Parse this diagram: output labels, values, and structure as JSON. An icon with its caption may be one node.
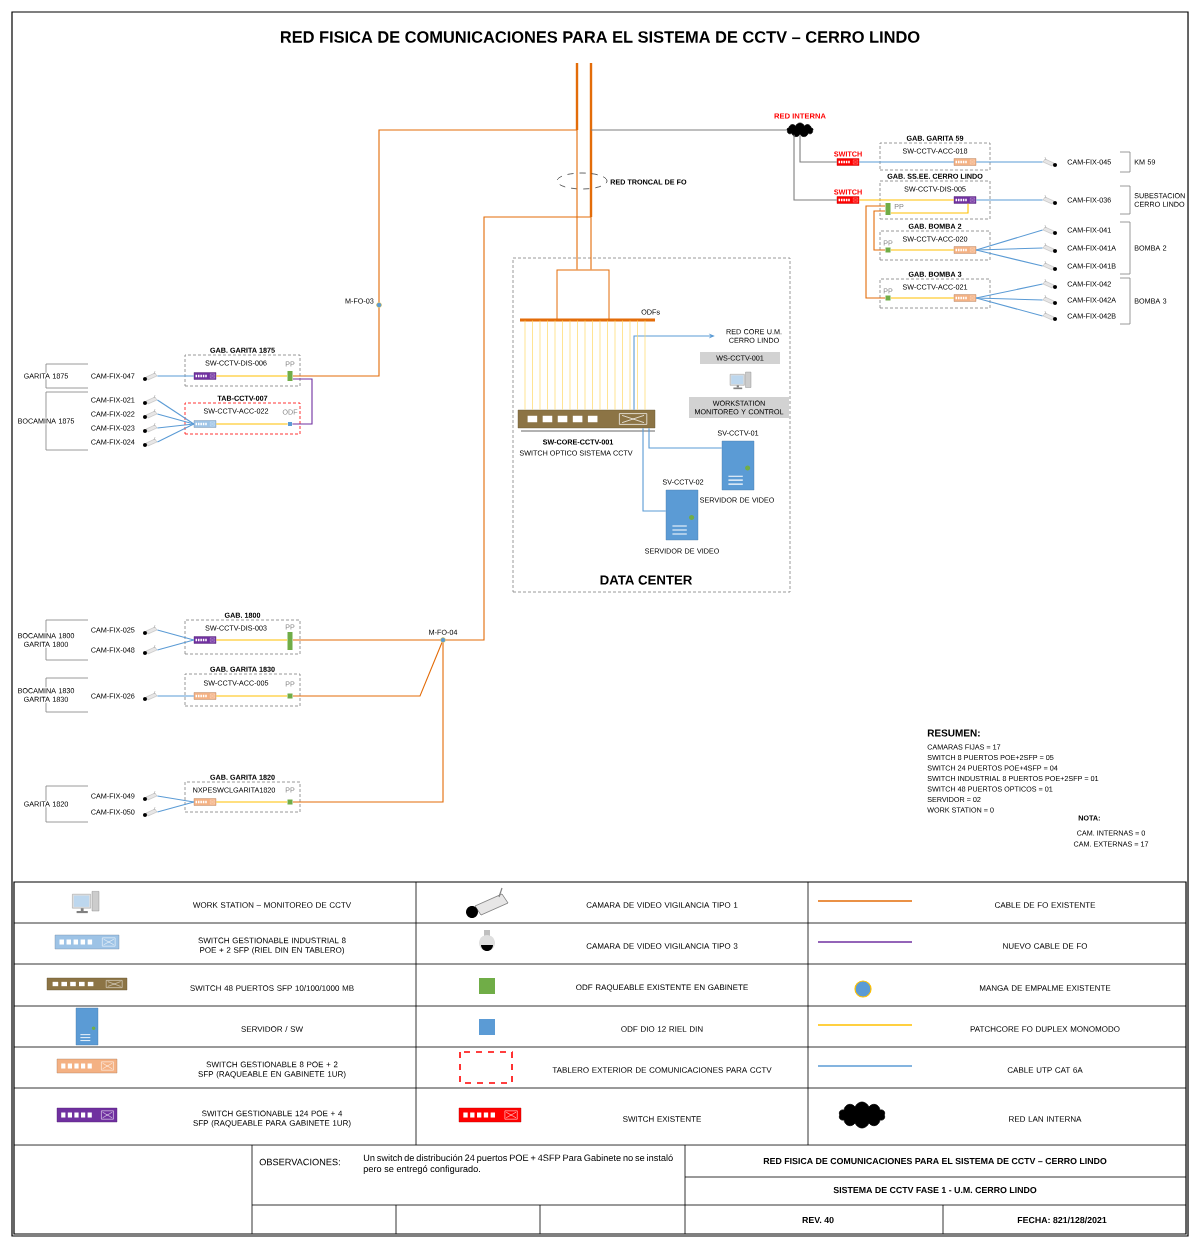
{
  "diagram": {
    "title": "RED FISICA DE COMUNICACIONES PARA EL SISTEMA DE CCTV – CERRO LINDO",
    "nodes": [
      {
        "text": [
          "RED INTERNA"
        ]
      },
      {
        "text": [
          "SWITCH"
        ]
      },
      {
        "text": [
          "SWITCH"
        ]
      },
      {
        "text": [
          "GAB. GARITA 59"
        ]
      },
      {
        "text": [
          "SW-CCTV-ACC-018"
        ],
        "in": 3
      },
      {
        "text": [
          "GAB. SS.EE. CERRO LINDO"
        ]
      },
      {
        "text": [
          "SW-CCTV-DIS-005"
        ],
        "in": 5
      },
      {
        "text": [
          "PP"
        ],
        "in": 5
      },
      {
        "text": [
          "GAB. BOMBA 2"
        ]
      },
      {
        "text": [
          "PP"
        ],
        "in": 8
      },
      {
        "text": [
          "SW-CCTV-ACC-020"
        ],
        "in": 8
      },
      {
        "text": [
          "GAB. BOMBA 3"
        ]
      },
      {
        "text": [
          "PP"
        ],
        "in": 11
      },
      {
        "text": [
          "SW-CCTV-ACC-021"
        ],
        "in": 11
      },
      {
        "text": [
          "CAM-FIX-045"
        ]
      },
      {
        "text": [
          "CAM-FIX-036"
        ]
      },
      {
        "text": [
          "CAM-FIX-041"
        ]
      },
      {
        "text": [
          "CAM-FIX-041A"
        ]
      },
      {
        "text": [
          "CAM-FIX-041B"
        ]
      },
      {
        "text": [
          "CAM-FIX-042"
        ]
      },
      {
        "text": [
          "CAM-FIX-042A"
        ]
      },
      {
        "text": [
          "CAM-FIX-042B"
        ]
      },
      {
        "text": [
          "GAB. GARITA 1875"
        ]
      },
      {
        "text": [
          "SW-CCTV-DIS-006"
        ],
        "in": 22
      },
      {
        "text": [
          "PP"
        ],
        "in": 22
      },
      {
        "text": [
          "TAB-CCTV-007"
        ]
      },
      {
        "text": [
          "SW-CCTV-ACC-022"
        ],
        "in": 25
      },
      {
        "text": [
          "ODF"
        ],
        "in": 25
      },
      {
        "text": [
          "CAM-FIX-047"
        ]
      },
      {
        "text": [
          "CAM-FIX-021"
        ]
      },
      {
        "text": [
          "CAM-FIX-022"
        ]
      },
      {
        "text": [
          "CAM-FIX-023"
        ]
      },
      {
        "text": [
          "CAM-FIX-024"
        ]
      },
      {
        "text": [
          "M-FO-03"
        ]
      },
      {
        "text": [
          "GAB. 1800"
        ]
      },
      {
        "text": [
          "SW-CCTV-DIS-003"
        ],
        "in": 34
      },
      {
        "text": [
          "PP"
        ],
        "in": 34
      },
      {
        "text": [
          "GAB. GARITA 1830"
        ]
      },
      {
        "text": [
          "SW-CCTV-ACC-005"
        ],
        "in": 37
      },
      {
        "text": [
          "PP"
        ],
        "in": 37
      },
      {
        "text": [
          "GAB. GARITA 1820"
        ]
      },
      {
        "text": [
          "NXPESWCLGARITA1820"
        ],
        "in": 40
      },
      {
        "text": [
          "PP"
        ],
        "in": 40
      },
      {
        "text": [
          "CAM-FIX-025"
        ]
      },
      {
        "text": [
          "CAM-FIX-048"
        ]
      },
      {
        "text": [
          "CAM-FIX-026"
        ]
      },
      {
        "text": [
          "CAM-FIX-049"
        ]
      },
      {
        "text": [
          "CAM-FIX-050"
        ]
      },
      {
        "text": [
          "M-FO-04"
        ]
      },
      {
        "text": [
          "DATA CENTER"
        ]
      },
      {
        "text": [
          "ODFs"
        ],
        "in": 49
      },
      {
        "text": [
          "SW-CORE-CCTV-001",
          "SWITCH OPTICO SISTEMA  CCTV"
        ],
        "in": 49
      },
      {
        "text": [
          "RED CORE U.M. CERRO LINDO"
        ],
        "in": 49
      },
      {
        "text": [
          "WS-CCTV-001",
          "WORKSTATION MONITOREO Y CONTROL"
        ],
        "in": 49
      },
      {
        "text": [
          "SV-CCTV-01",
          "SERVIDOR DE VIDEO"
        ],
        "in": 49
      },
      {
        "text": [
          "SV-CCTV-02",
          "SERVIDOR DE VIDEO"
        ],
        "in": 49
      }
    ],
    "edges": [
      {
        "from": 0,
        "to": null,
        "arrow": "none",
        "color": "#7f7f7f"
      },
      {
        "from": 0,
        "to": 1,
        "arrow": "none",
        "color": "#7f7f7f"
      },
      {
        "from": 0,
        "to": 2,
        "arrow": "none",
        "color": "#7f7f7f"
      },
      {
        "from": 1,
        "to": 4,
        "arrow": "none"
      },
      {
        "from": 4,
        "to": 14,
        "arrow": "none"
      },
      {
        "from": 2,
        "to": 6,
        "arrow": "none",
        "color": "#ffc000"
      },
      {
        "from": 6,
        "to": 15,
        "arrow": "none"
      },
      {
        "from": 6,
        "to": 7,
        "arrow": "none",
        "color": "#ffc000"
      },
      {
        "from": 7,
        "to": 9,
        "arrow": "none",
        "color": "#e36c09"
      },
      {
        "from": 7,
        "to": 12,
        "arrow": "none",
        "color": "#e36c09"
      },
      {
        "from": 9,
        "to": 10,
        "arrow": "none",
        "color": "#ffc000"
      },
      {
        "from": 12,
        "to": 13,
        "arrow": "none",
        "color": "#ffc000"
      },
      {
        "from": 10,
        "to": 16,
        "arrow": "none"
      },
      {
        "from": 10,
        "to": 17,
        "arrow": "none"
      },
      {
        "from": 10,
        "to": 18,
        "arrow": "none"
      },
      {
        "from": 13,
        "to": 19,
        "arrow": "none"
      },
      {
        "from": 13,
        "to": 20,
        "arrow": "none"
      },
      {
        "from": 13,
        "to": 21,
        "arrow": "none"
      },
      {
        "from": 28,
        "to": 23,
        "arrow": "none"
      },
      {
        "from": 23,
        "to": 24,
        "arrow": "none",
        "color": "#ffc000"
      },
      {
        "from": 24,
        "to": 33,
        "arrow": "none",
        "color": "#e36c09"
      },
      {
        "from": 24,
        "to": 27,
        "arrow": "none",
        "color": "#7030a0"
      },
      {
        "from": 27,
        "to": 26,
        "arrow": "none",
        "color": "#ffc000"
      },
      {
        "from": 29,
        "to": 26,
        "arrow": "none"
      },
      {
        "from": 30,
        "to": 26,
        "arrow": "none"
      },
      {
        "from": 31,
        "to": 26,
        "arrow": "none"
      },
      {
        "from": 32,
        "to": 26,
        "arrow": "none"
      },
      {
        "from": 43,
        "to": 35,
        "arrow": "none"
      },
      {
        "from": 44,
        "to": 35,
        "arrow": "none"
      },
      {
        "from": 35,
        "to": 36,
        "arrow": "none",
        "color": "#ffc000"
      },
      {
        "from": 36,
        "to": 48,
        "arrow": "none",
        "color": "#e36c09"
      },
      {
        "from": 45,
        "to": 38,
        "arrow": "none"
      },
      {
        "from": 38,
        "to": 39,
        "arrow": "none",
        "color": "#ffc000"
      },
      {
        "from": 39,
        "to": 48,
        "arrow": "none",
        "color": "#e36c09"
      },
      {
        "from": 46,
        "to": 41,
        "arrow": "none"
      },
      {
        "from": 47,
        "to": 41,
        "arrow": "none"
      },
      {
        "from": 41,
        "to": 42,
        "arrow": "none",
        "color": "#ffc000"
      },
      {
        "from": 42,
        "to": 48,
        "arrow": "none",
        "color": "#e36c09"
      },
      {
        "from": 48,
        "to": 50,
        "arrow": "none",
        "color": "#e36c09"
      },
      {
        "from": 33,
        "to": 50,
        "arrow": "none",
        "color": "#e36c09"
      },
      {
        "from": 50,
        "to": 51,
        "arrow": "none",
        "color": "#ffd966"
      },
      {
        "from": 51,
        "to": 52,
        "arrow": "to"
      },
      {
        "from": 51,
        "to": 54,
        "arrow": "none"
      },
      {
        "from": 51,
        "to": 55,
        "arrow": "none"
      },
      {
        "from": 50,
        "to": 51,
        "arrow": "none",
        "color": "#ffd966"
      },
      {
        "from": 50,
        "to": 51,
        "arrow": "none",
        "color": "#ffd966"
      },
      {
        "from": 50,
        "to": 51,
        "arrow": "none",
        "color": "#ffd966"
      },
      {
        "from": 50,
        "to": 51,
        "arrow": "none",
        "color": "#ffd966"
      },
      {
        "from": 50,
        "to": 51,
        "arrow": "none",
        "color": "#ffd966"
      },
      {
        "from": 50,
        "to": 51,
        "arrow": "none",
        "color": "#ffd966"
      },
      {
        "from": 50,
        "to": 51,
        "arrow": "none",
        "color": "#ffd966"
      },
      {
        "from": 50,
        "to": 51,
        "arrow": "none",
        "color": "#ffd966"
      },
      {
        "from": 50,
        "to": 51,
        "arrow": "none",
        "color": "#ffd966"
      },
      {
        "from": 50,
        "to": 51,
        "arrow": "none",
        "color": "#ffd966"
      },
      {
        "from": 50,
        "to": 51,
        "arrow": "none",
        "color": "#ffd966"
      },
      {
        "from": 50,
        "to": 51,
        "arrow": "none",
        "color": "#ffd966"
      },
      {
        "from": 50,
        "to": 51,
        "arrow": "none",
        "color": "#ffd966"
      },
      {
        "from": 50,
        "to": 51,
        "arrow": "none",
        "color": "#ffd966"
      },
      {
        "from": 50,
        "to": 51,
        "arrow": "none",
        "color": "#ffd966"
      },
      {
        "from": 50,
        "to": 51,
        "arrow": "none",
        "color": "#ffd966"
      }
    ],
    "labels": [
      "RED TRONCAL DE FO",
      "KM 59",
      "SUBESTACION CERRO LINDO",
      "BOMBA 2",
      "BOMBA 3",
      "GARITA 1875",
      "BOCAMINA 1875",
      "BOCAMINA 1800 GARITA 1800",
      "BOCAMINA 1830 GARITA 1830",
      "GARITA 1820",
      "RESUMEN:",
      "CAMARAS FIJAS = 17",
      "SWITCH 8 PUERTOS POE+2SFP = 05",
      "SWITCH 24 PUERTOS POE+4SFP = 04",
      "SWITCH INDUSTRIAL 8 PUERTOS POE+2SFP = 01",
      "SWITCH 48 PUERTOS OPTICOS = 01",
      "SERVIDOR = 02",
      "WORK STATION = 0",
      "NOTA:",
      "CAM. INTERNAS = 0",
      "CAM. EXTERNAS = 17",
      "OBSERVACIONES:",
      "Un switch de distribución 24 puertos POE + 4SFP Para Gabinete  no se instaló pero se entregó configurado.",
      "RED FISICA DE COMUNICACIONES PARA EL SISTEMA DE CCTV – CERRO LINDO",
      "SISTEMA DE CCTV FASE 1 - U.M. CERRO LINDO",
      "REV. 40",
      "FECHA: 821/128/2021"
    ],
    "legend": [
      {
        "text": "WORK STATION – MONITOREO DE CCTV"
      },
      {
        "text": "CAMARA DE VIDEO VIGILANCIA TIPO 1"
      },
      {
        "text": "CABLE DE FO EXISTENTE"
      },
      {
        "text": "SWITCH GESTIONABLE  INDUSTRIAL 8 POE + 2 SFP (RIEL DIN EN TABLERO)"
      },
      {
        "text": "CAMARA DE VIDEO VIGILANCIA TIPO 3"
      },
      {
        "text": "NUEVO CABLE DE FO"
      },
      {
        "text": "SWITCH 48 PUERTOS SFP 10/100/1000 MB"
      },
      {
        "text": "ODF RAQUEABLE EXISTENTE EN GABINETE",
        "color": "#70ad47"
      },
      {
        "text": "MANGA DE EMPALME EXISTENTE"
      },
      {
        "text": "SERVIDOR / SW"
      },
      {
        "text": "ODF DIO 12 RIEL DIN",
        "color": "#5b9bd5"
      },
      {
        "text": "PATCHCORE FO DUPLEX MONOMODO"
      },
      {
        "text": "SWITCH GESTIONABLE  8 POE + 2 SFP (RAQUEABLE EN GABINETE 1UR)"
      },
      {
        "text": "TABLERO EXTERIOR DE COMUNICACIONES PARA CCTV"
      },
      {
        "text": "CABLE  UTP CAT 6A"
      },
      {
        "text": "SWITCH GESTIONABLE  124 POE + 4 SFP (RAQUEABLE PARA GABINETE  1UR)"
      },
      {
        "text": "SWITCH EXISTENTE"
      },
      {
        "text": "RED LAN INTERNA"
      }
    ]
  }
}
